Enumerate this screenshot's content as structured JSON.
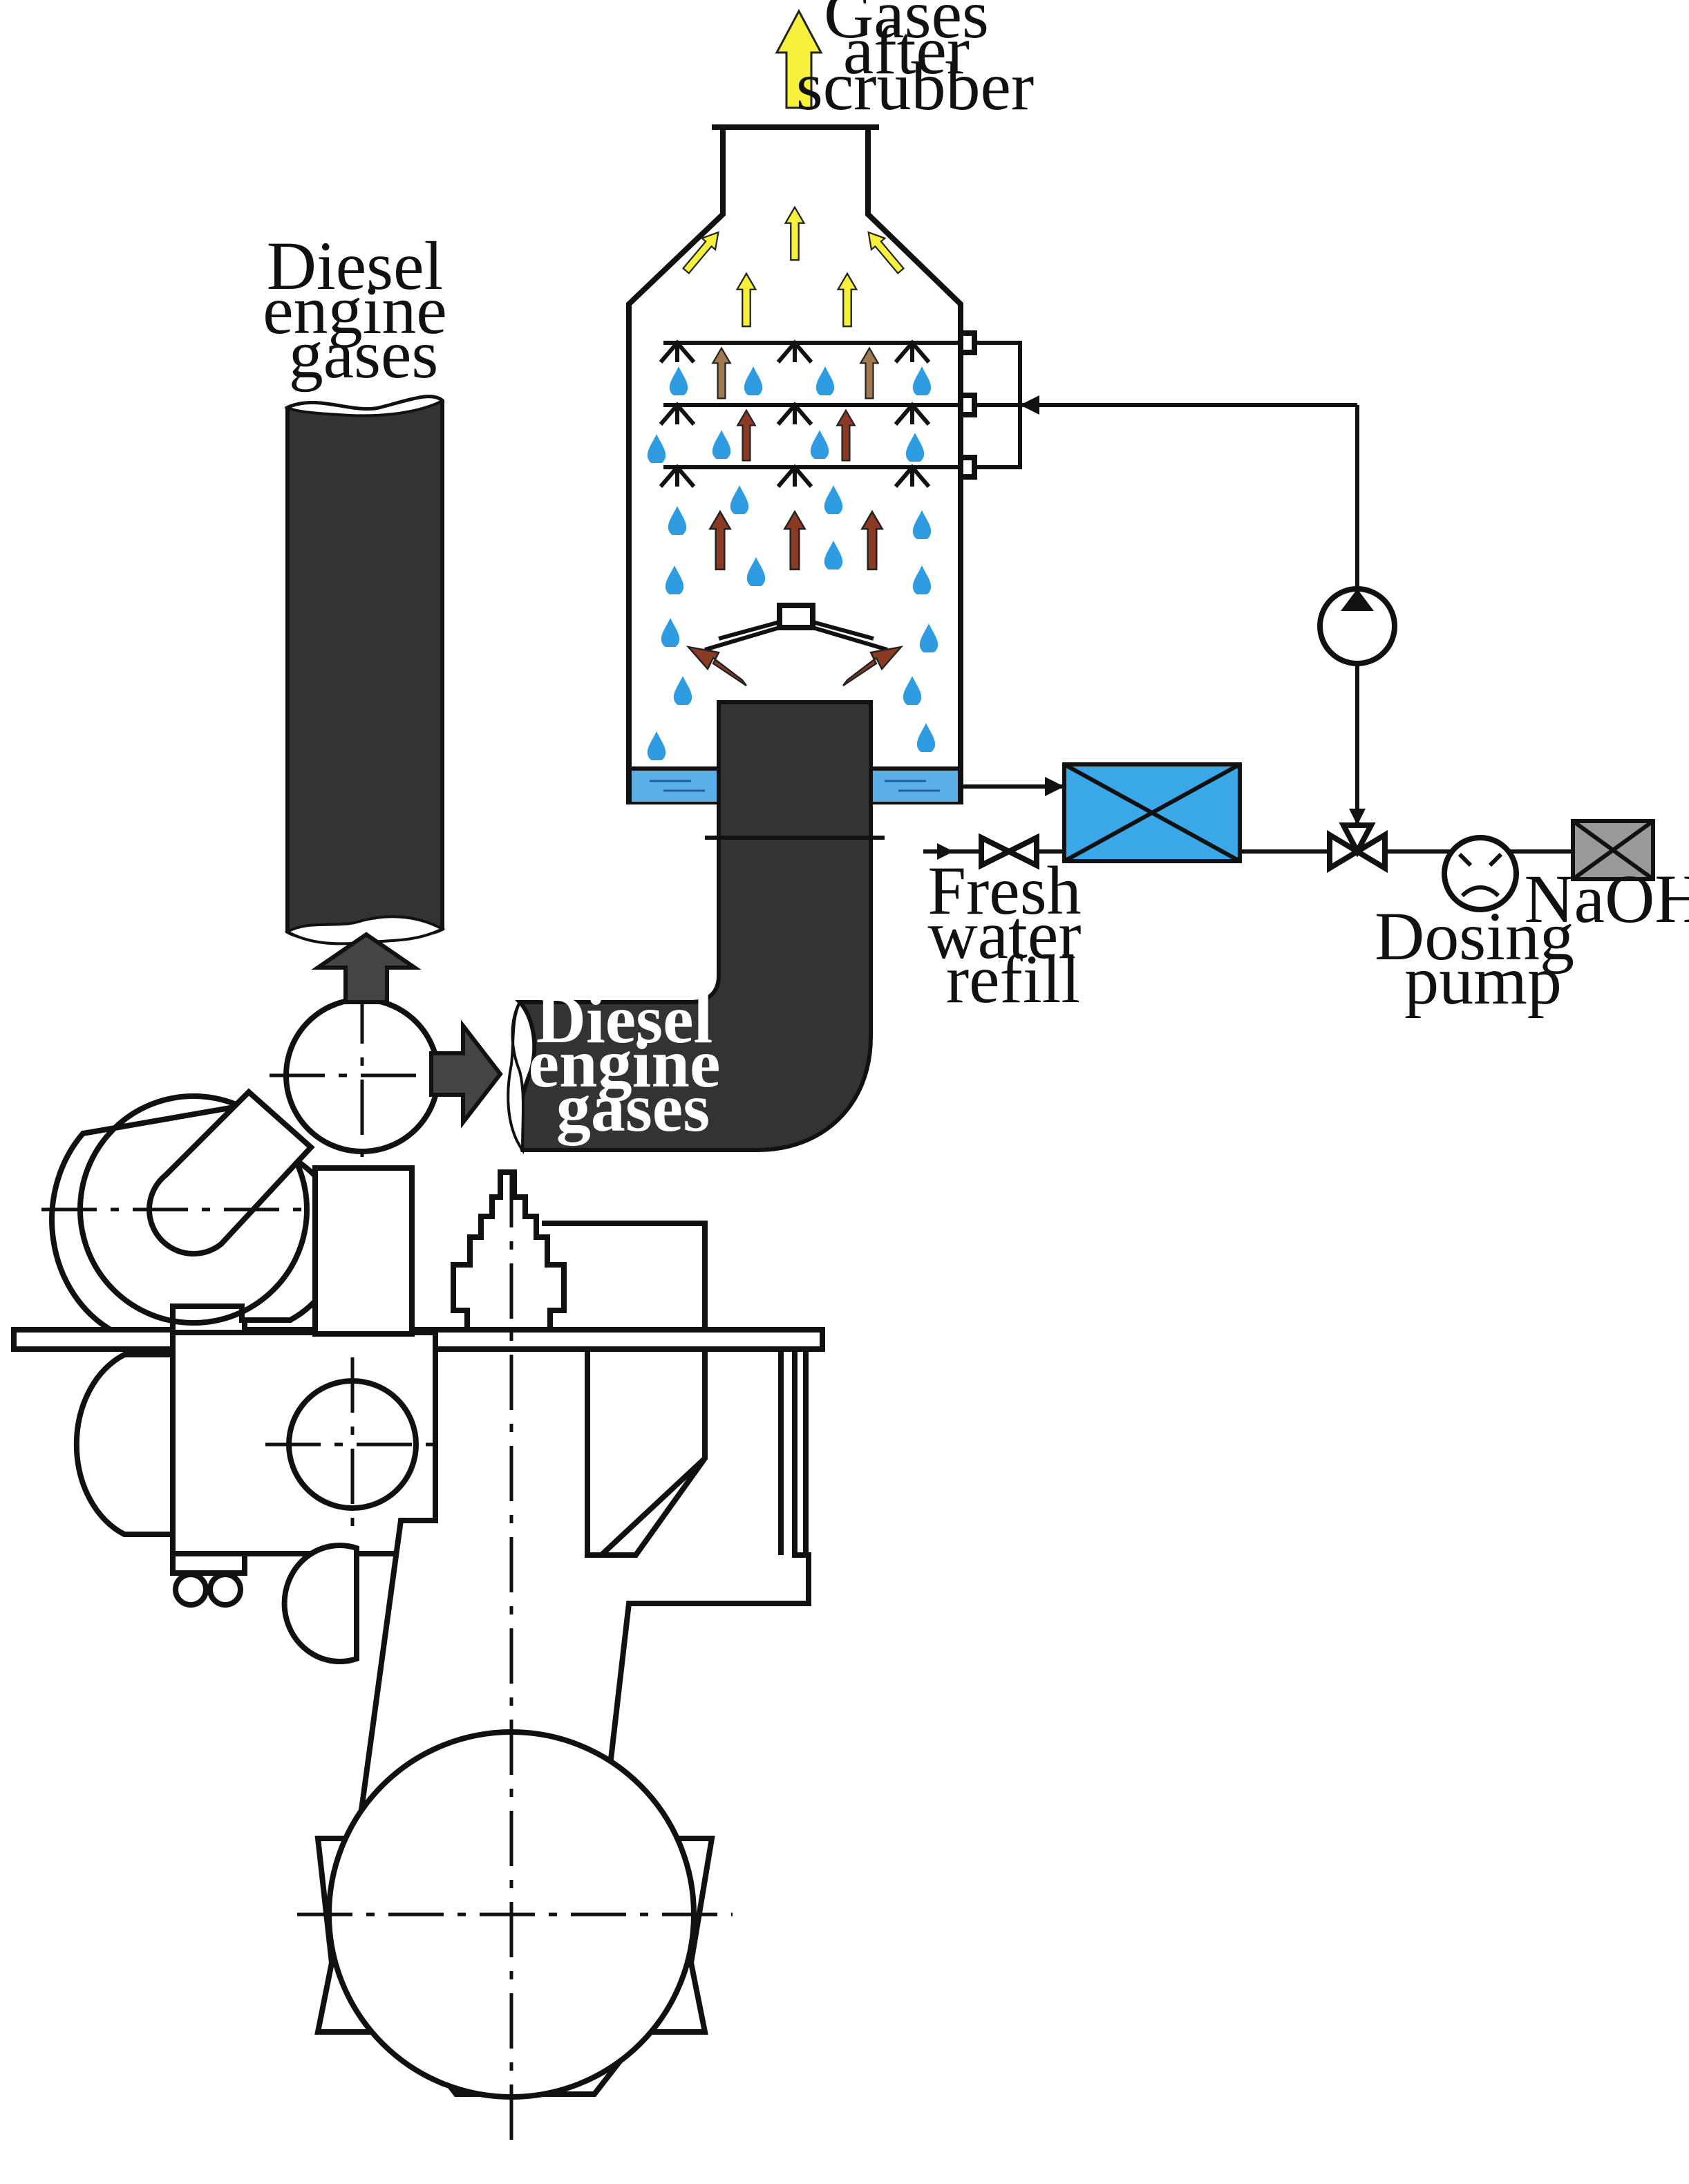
{
  "labels": {
    "gases_after_scrubber": [
      "Gases",
      "after",
      "scrubber"
    ],
    "diesel_gases_top": [
      "Diesel",
      "engine",
      "gases"
    ],
    "diesel_gases_duct": [
      "Diesel",
      "engine",
      "gases"
    ],
    "fresh_water_refill": [
      "Fresh",
      "water",
      "refill"
    ],
    "dosing_pump": [
      "Dosing",
      "pump"
    ],
    "naoh": "NaOH"
  },
  "colors": {
    "exhaust_duct": "#333333",
    "clean_gas_arrow": "#f5f03c",
    "dirty_gas_arrow_dark": "#8b3a24",
    "dirty_gas_arrow_light": "#a07a50",
    "water_drop": "#2f9be0",
    "water_sump": "#5ab0e6",
    "tank_fill": "#3aa8e6",
    "naoh_box": "#999999"
  },
  "icons": {
    "pump": "circulation-pump-icon",
    "valve": "gate-valve-icon",
    "three_way_valve": "three-way-valve-icon",
    "dosing_pump": "dosing-pump-icon",
    "spray_nozzle": "spray-nozzle-icon",
    "droplet": "water-droplet-icon"
  }
}
